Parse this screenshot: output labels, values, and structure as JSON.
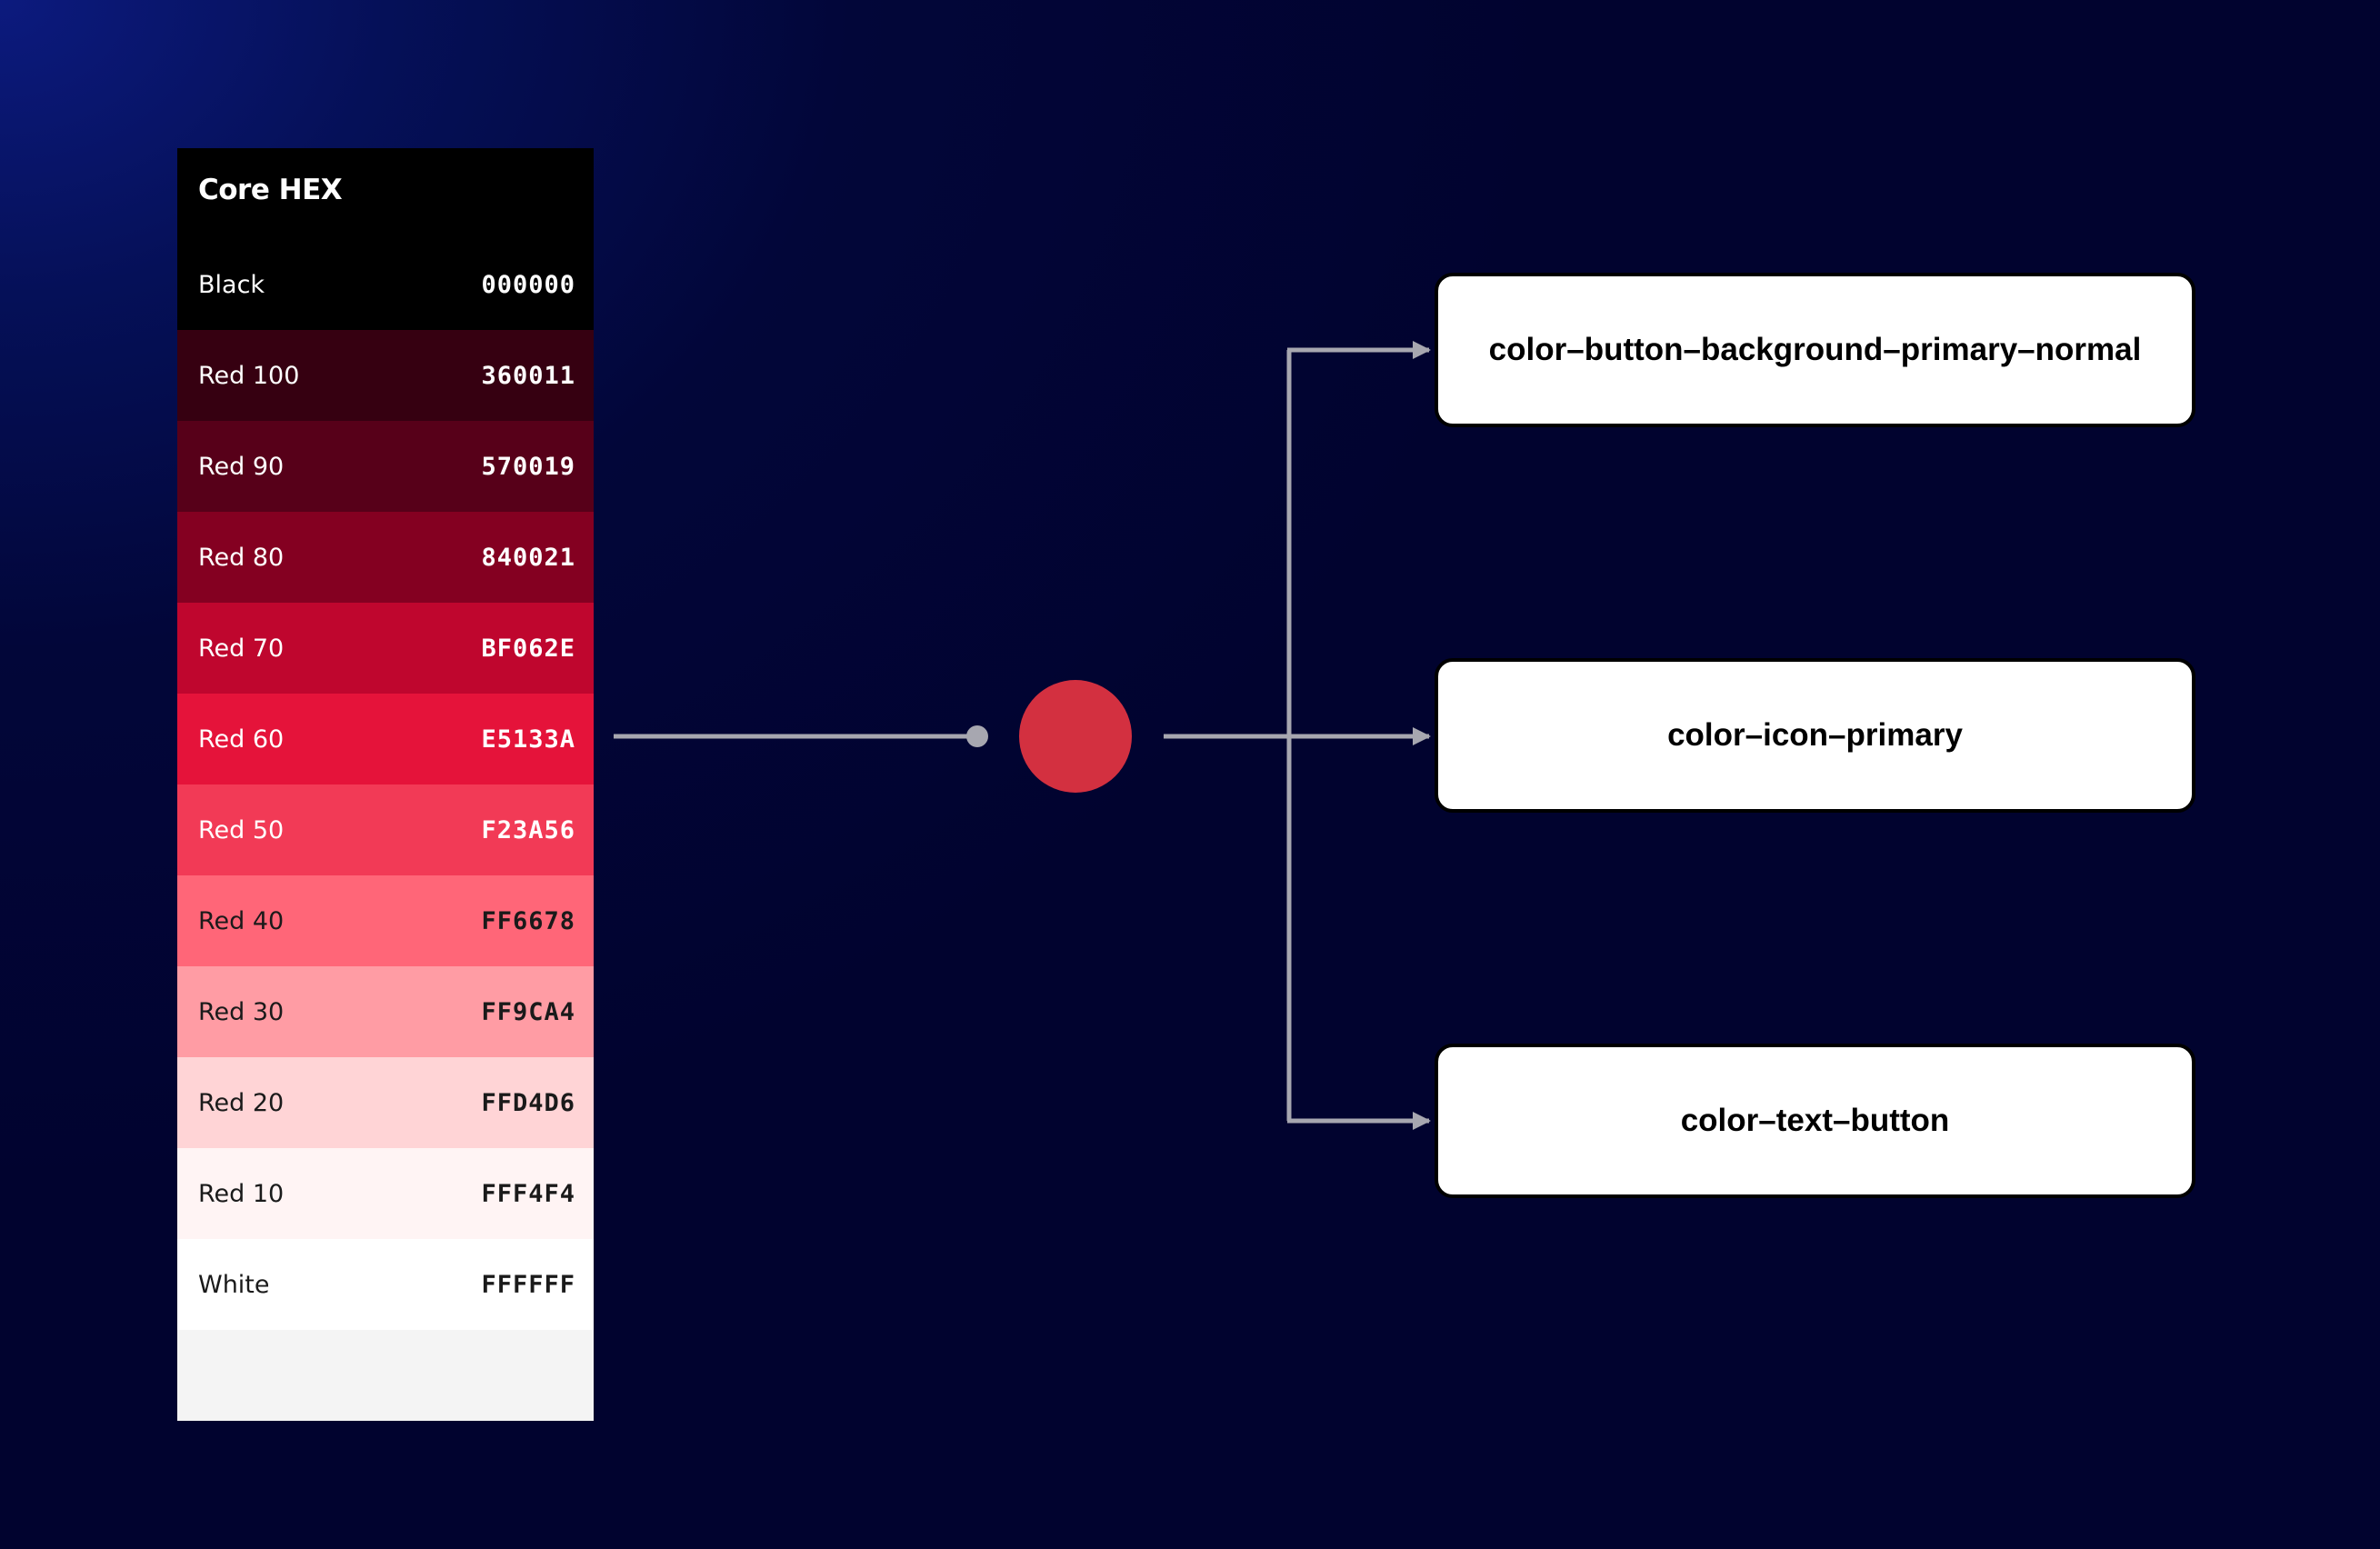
{
  "palette": {
    "title": "Core HEX",
    "rows": [
      {
        "name": "Black",
        "hex": "000000",
        "bg": "#000000",
        "fg": "#ffffff"
      },
      {
        "name": "Red 100",
        "hex": "360011",
        "bg": "#360011",
        "fg": "#ffffff"
      },
      {
        "name": "Red 90",
        "hex": "570019",
        "bg": "#570019",
        "fg": "#ffffff"
      },
      {
        "name": "Red 80",
        "hex": "840021",
        "bg": "#840021",
        "fg": "#ffffff"
      },
      {
        "name": "Red 70",
        "hex": "BF062E",
        "bg": "#BF062E",
        "fg": "#ffffff"
      },
      {
        "name": "Red 60",
        "hex": "E5133A",
        "bg": "#E5133A",
        "fg": "#ffffff"
      },
      {
        "name": "Red 50",
        "hex": "F23A56",
        "bg": "#F23A56",
        "fg": "#ffffff"
      },
      {
        "name": "Red 40",
        "hex": "FF6678",
        "bg": "#FF6678",
        "fg": "#1a1a1a"
      },
      {
        "name": "Red 30",
        "hex": "FF9CA4",
        "bg": "#FF9CA4",
        "fg": "#1a1a1a"
      },
      {
        "name": "Red 20",
        "hex": "FFD4D6",
        "bg": "#FFD4D6",
        "fg": "#1a1a1a"
      },
      {
        "name": "Red 10",
        "hex": "FFF4F4",
        "bg": "#FFF4F4",
        "fg": "#1a1a1a"
      },
      {
        "name": "White",
        "hex": "FFFFFF",
        "bg": "#FFFFFF",
        "fg": "#1a1a1a"
      }
    ]
  },
  "swatch": {
    "color": "#D33040"
  },
  "tokens": [
    {
      "label": "color–button–background–primary–normal"
    },
    {
      "label": "color–icon–primary"
    },
    {
      "label": "color–text–button"
    }
  ],
  "colors": {
    "connector": "#a7a7b0",
    "swatch": "#D33040"
  }
}
